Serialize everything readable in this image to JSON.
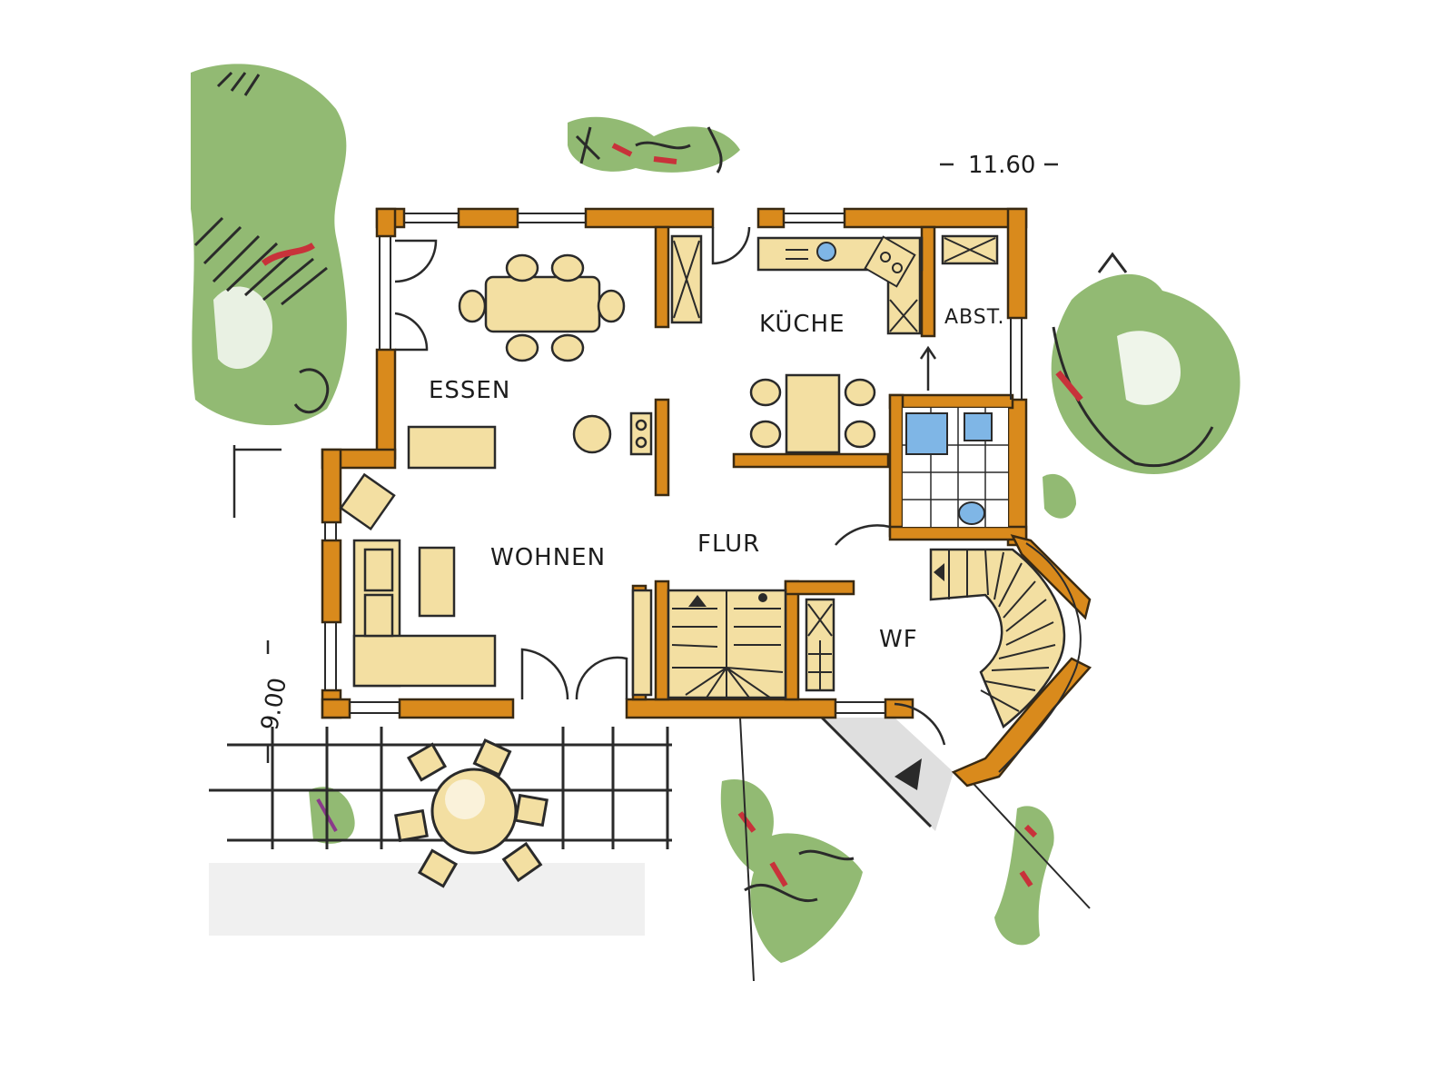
{
  "rooms": {
    "essen": "ESSEN",
    "kueche": "KÜCHE",
    "abst": "ABST.",
    "wohnen": "WOHNEN",
    "flur": "FLUR",
    "wf": "WF"
  },
  "dimensions": {
    "width": "11.60",
    "depth": "9.00"
  },
  "colors": {
    "wall": "#d98a1c",
    "wall_outline": "#3a2a12",
    "furniture": "#f3dfa2",
    "furniture_edge": "#5a4a2a",
    "greenery": "#7fae5a",
    "greenery_dark": "#5d8f3f",
    "accent_red": "#c8323a",
    "water": "#7fb6e6",
    "floor": "#ffffff",
    "shadow": "#d9d9d9"
  }
}
